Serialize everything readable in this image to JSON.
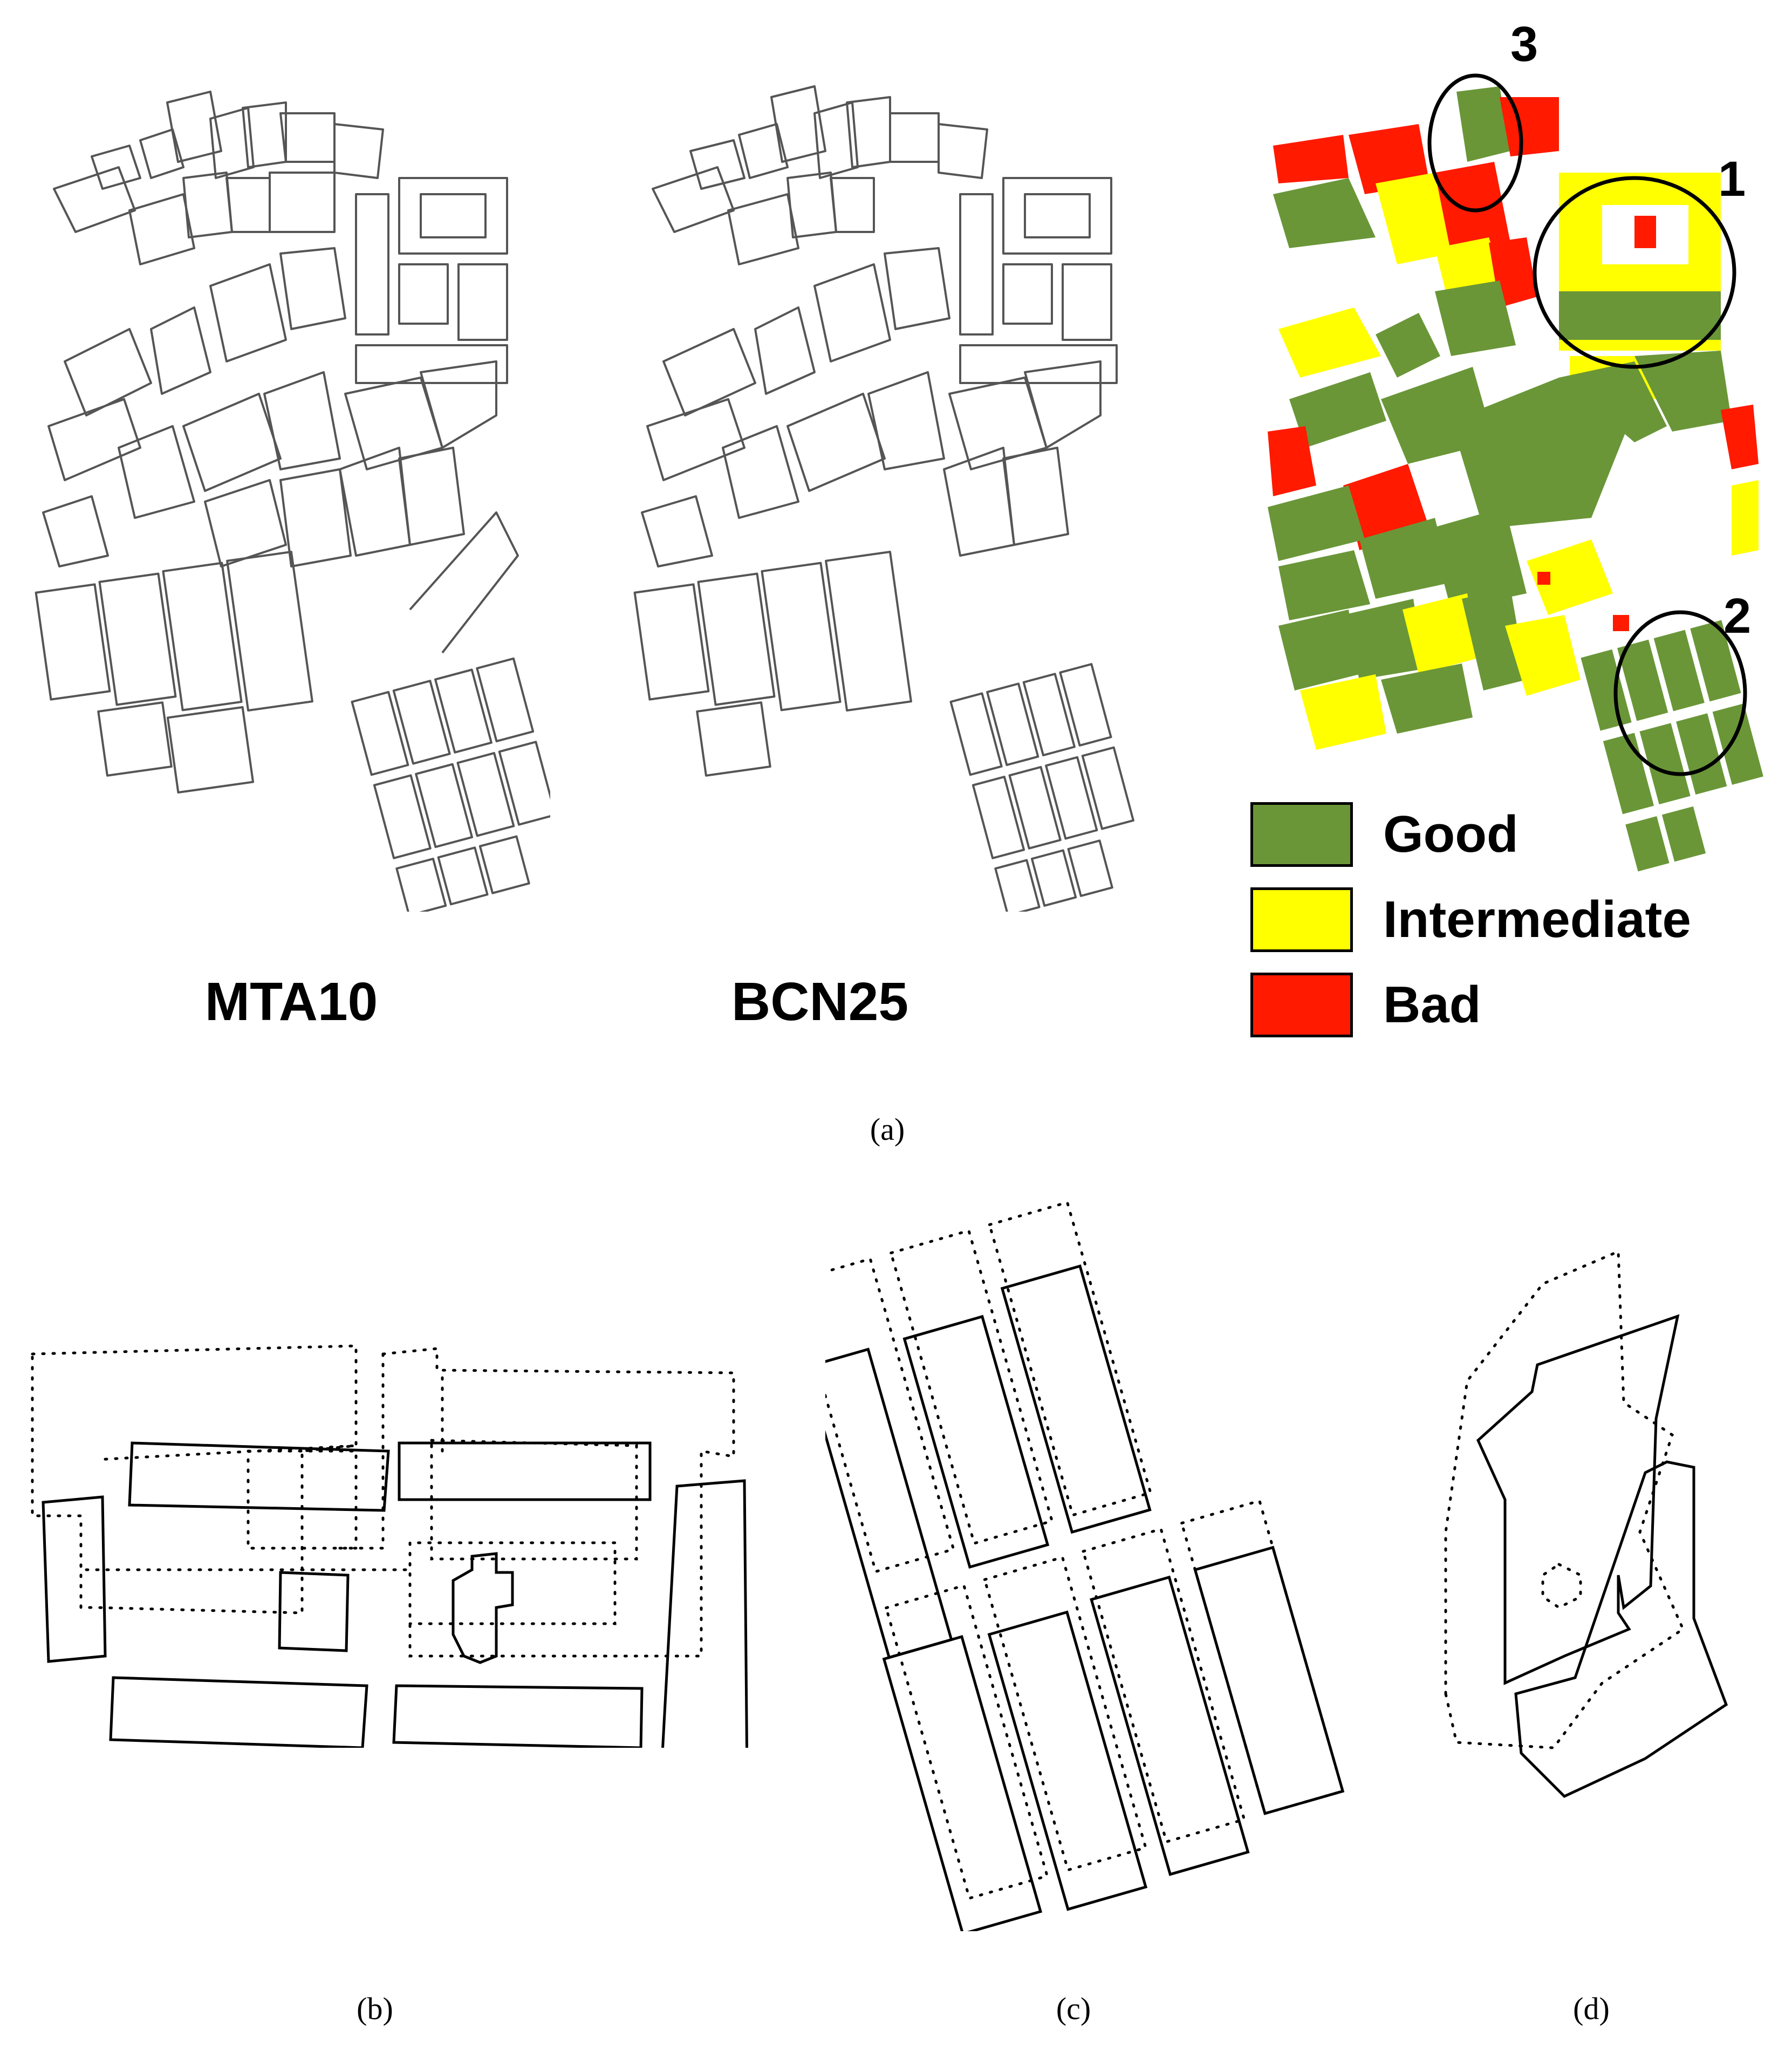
{
  "panel_a": {
    "maps": [
      {
        "label": "MTA10"
      },
      {
        "label": "BCN25"
      }
    ],
    "quality_map": {
      "circle_labels": [
        "1",
        "2",
        "3"
      ],
      "legend": [
        {
          "label": "Good",
          "color": "#6a9638"
        },
        {
          "label": "Intermediate",
          "color": "#ffff00"
        },
        {
          "label": "Bad",
          "color": "#ff1a00"
        }
      ]
    },
    "caption": "(a)"
  },
  "details": [
    {
      "caption": "(b)"
    },
    {
      "caption": "(c)"
    },
    {
      "caption": "(d)"
    }
  ]
}
